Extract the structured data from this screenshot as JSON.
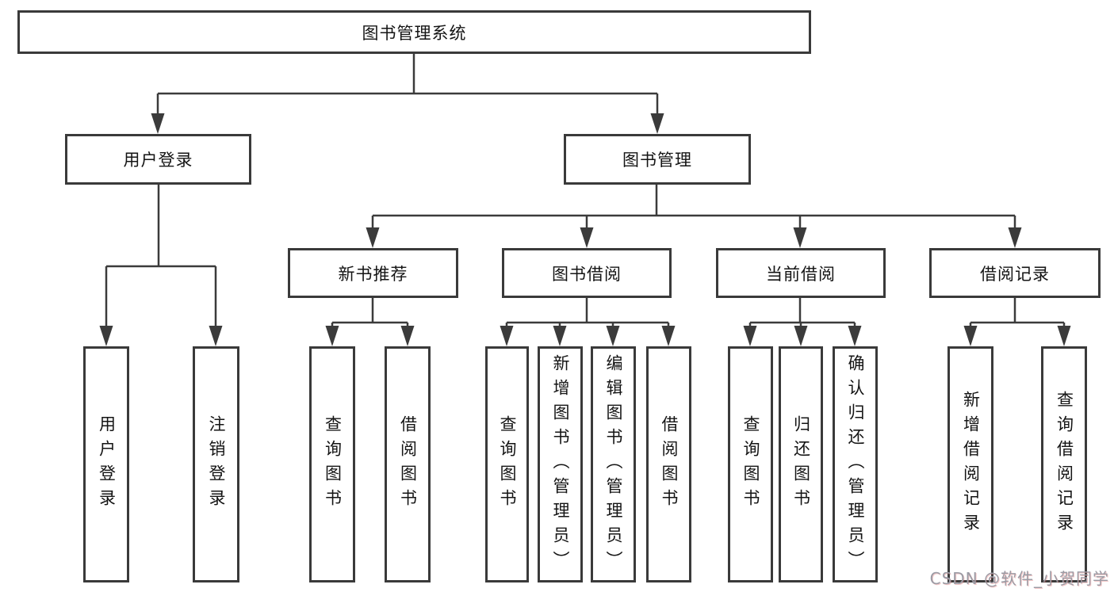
{
  "diagram": {
    "title_node": {
      "label": "图书管理系统"
    },
    "level2": [
      {
        "label": "用户登录"
      },
      {
        "label": "图书管理"
      }
    ],
    "level3": [
      {
        "label": "新书推荐"
      },
      {
        "label": "图书借阅"
      },
      {
        "label": "当前借阅"
      },
      {
        "label": "借阅记录"
      }
    ],
    "leaves": [
      {
        "parent": "用户登录",
        "label": "用户登录"
      },
      {
        "parent": "用户登录",
        "label": "注销登录"
      },
      {
        "parent": "新书推荐",
        "label": "查询图书"
      },
      {
        "parent": "新书推荐",
        "label": "借阅图书"
      },
      {
        "parent": "图书借阅",
        "label": "查询图书"
      },
      {
        "parent": "图书借阅",
        "label": "新增图书（管理员）"
      },
      {
        "parent": "图书借阅",
        "label": "编辑图书（管理员）"
      },
      {
        "parent": "图书借阅",
        "label": "借阅图书"
      },
      {
        "parent": "当前借阅",
        "label": "查询图书"
      },
      {
        "parent": "当前借阅",
        "label": "归还图书"
      },
      {
        "parent": "当前借阅",
        "label": "确认归还（管理员）"
      },
      {
        "parent": "借阅记录",
        "label": "新增借阅记录"
      },
      {
        "parent": "借阅记录",
        "label": "查询借阅记录"
      }
    ],
    "colors": {
      "line": "#3b3b3b",
      "box_border": "#3a3a3a",
      "box_bg": "#ffffff",
      "text": "#141414",
      "watermark": "#9b9ba4"
    }
  },
  "watermark": {
    "text": "CSDN @软件_小贺同学"
  }
}
